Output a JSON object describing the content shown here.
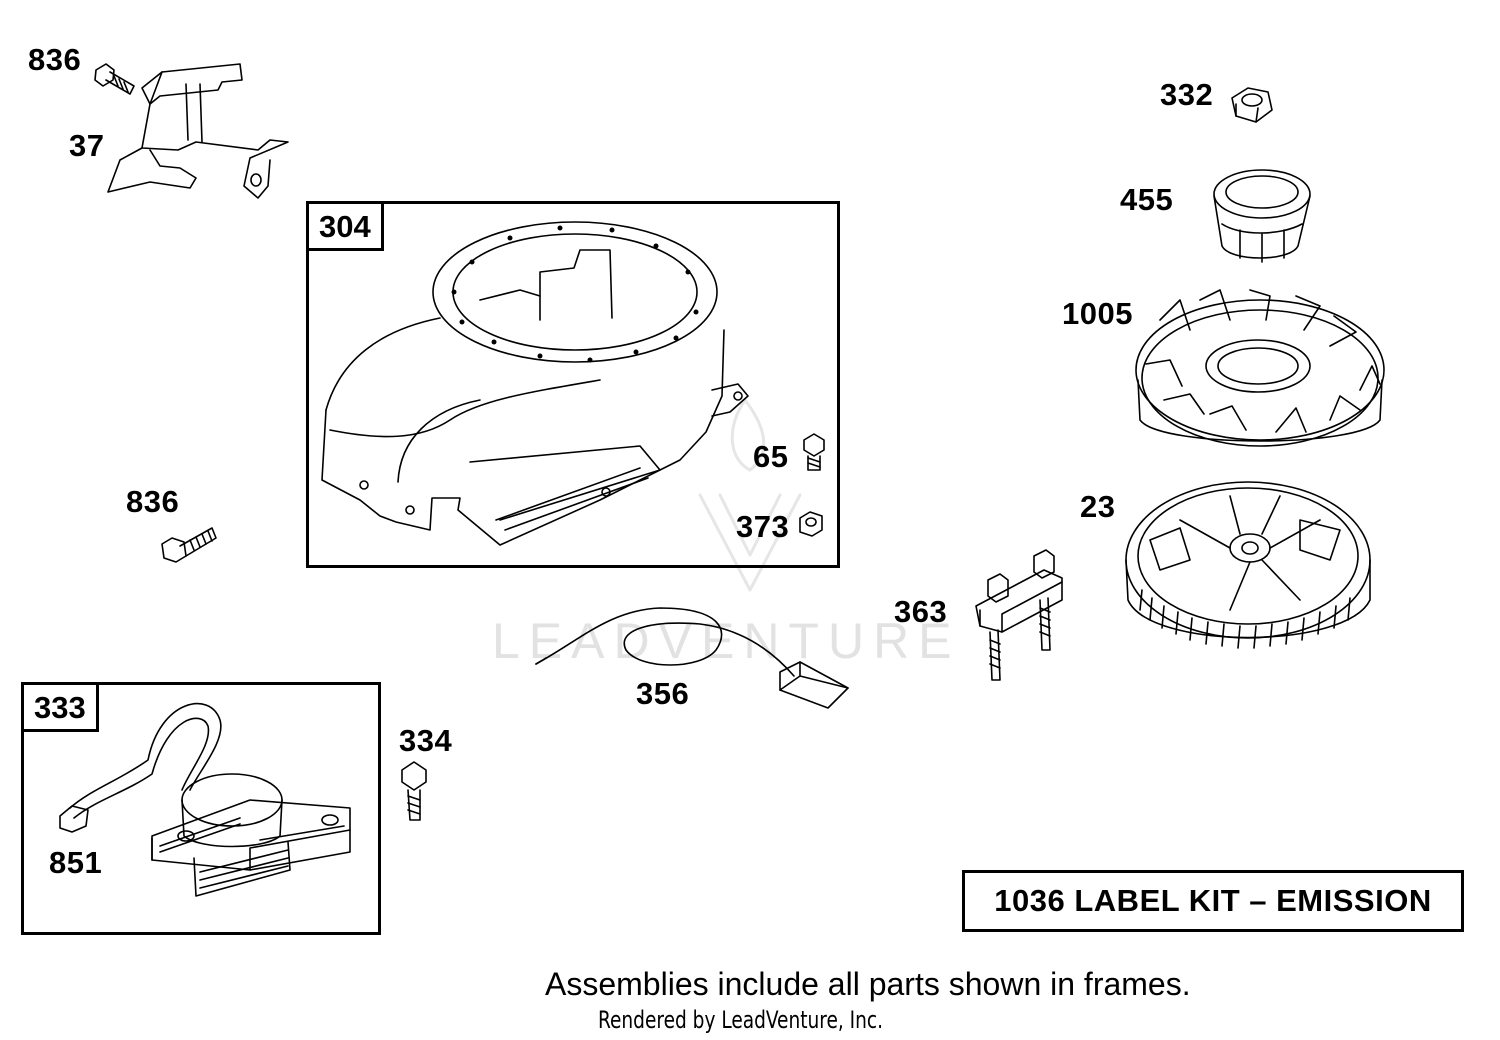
{
  "parts": {
    "p836_top": "836",
    "p37": "37",
    "p304": "304",
    "p65": "65",
    "p373": "373",
    "p836_mid": "836",
    "p332": "332",
    "p455": "455",
    "p1005": "1005",
    "p23": "23",
    "p363": "363",
    "p356": "356",
    "p333": "333",
    "p334": "334",
    "p851": "851"
  },
  "kit_label": "1036 LABEL KIT – EMISSION",
  "assembly_note": "Assemblies include all parts shown in frames.",
  "credit": "Rendered by LeadVenture, Inc.",
  "watermark": "LEADVENTURE"
}
